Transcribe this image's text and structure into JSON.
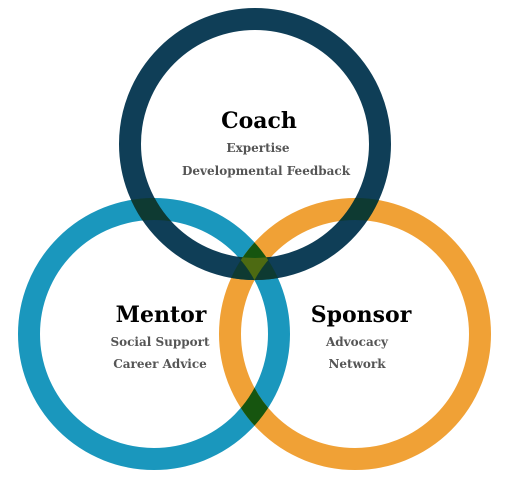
{
  "colors": {
    "coach": "#0f3e57",
    "mentor": "#1a97bd",
    "sponsor": "#f0a136",
    "coach_mentor_overlap": "#0e3a32",
    "coach_sponsor_overlap": "#0e3a32",
    "mentor_sponsor_overlap": "#16550f",
    "center_overlap": "#4d6a12"
  },
  "circles": [
    {
      "id": "coach",
      "title": "Coach",
      "lines": [
        "Expertise",
        "Developmental Feedback"
      ]
    },
    {
      "id": "mentor",
      "title": "Mentor",
      "lines": [
        "Social Support",
        "Career Advice"
      ]
    },
    {
      "id": "sponsor",
      "title": "Sponsor",
      "lines": [
        "Advocacy",
        "Network"
      ]
    }
  ]
}
